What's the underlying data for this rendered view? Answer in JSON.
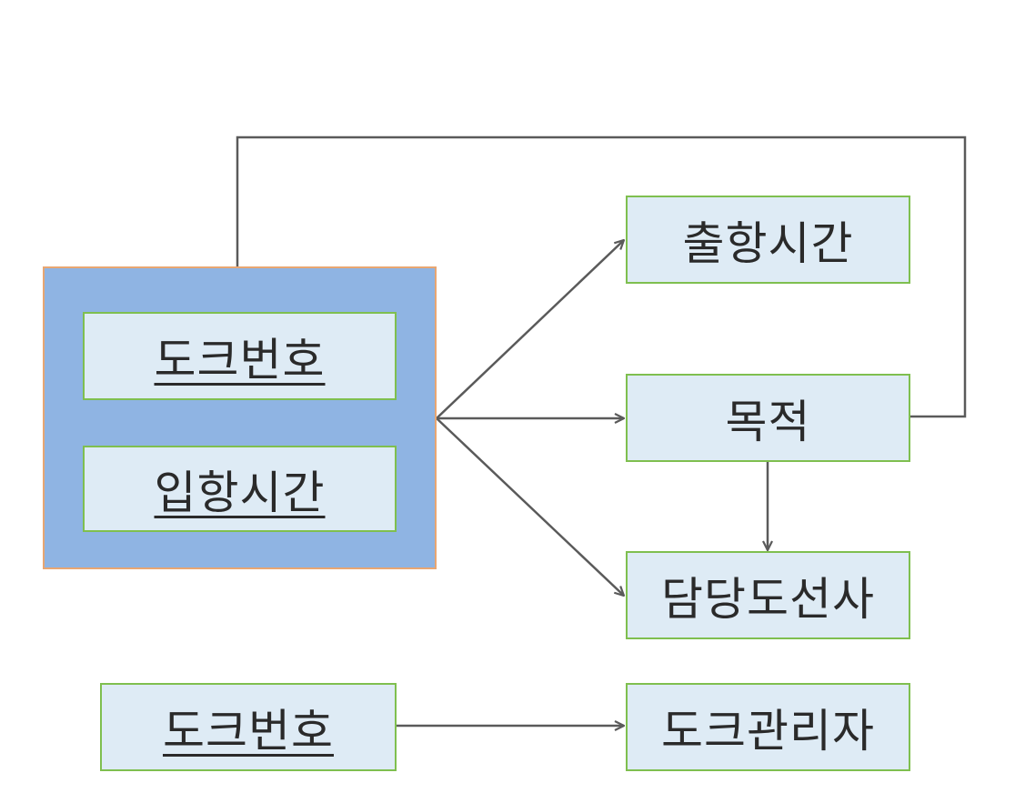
{
  "diagram": {
    "composite_key": {
      "attributes": [
        {
          "label": "도크번호",
          "is_key": true
        },
        {
          "label": "입항시간",
          "is_key": true
        }
      ]
    },
    "dependents": [
      {
        "label": "출항시간"
      },
      {
        "label": "목적"
      },
      {
        "label": "담당도선사"
      }
    ],
    "second_dependency": {
      "determinant": {
        "label": "도크번호",
        "is_key": true
      },
      "dependent": {
        "label": "도크관리자"
      }
    },
    "colors": {
      "composite_fill": "#8fb4e3",
      "composite_border": "#e8a672",
      "box_fill": "#deebf5",
      "box_border": "#7fbf4f",
      "arrow": "#5a5a5a"
    }
  }
}
